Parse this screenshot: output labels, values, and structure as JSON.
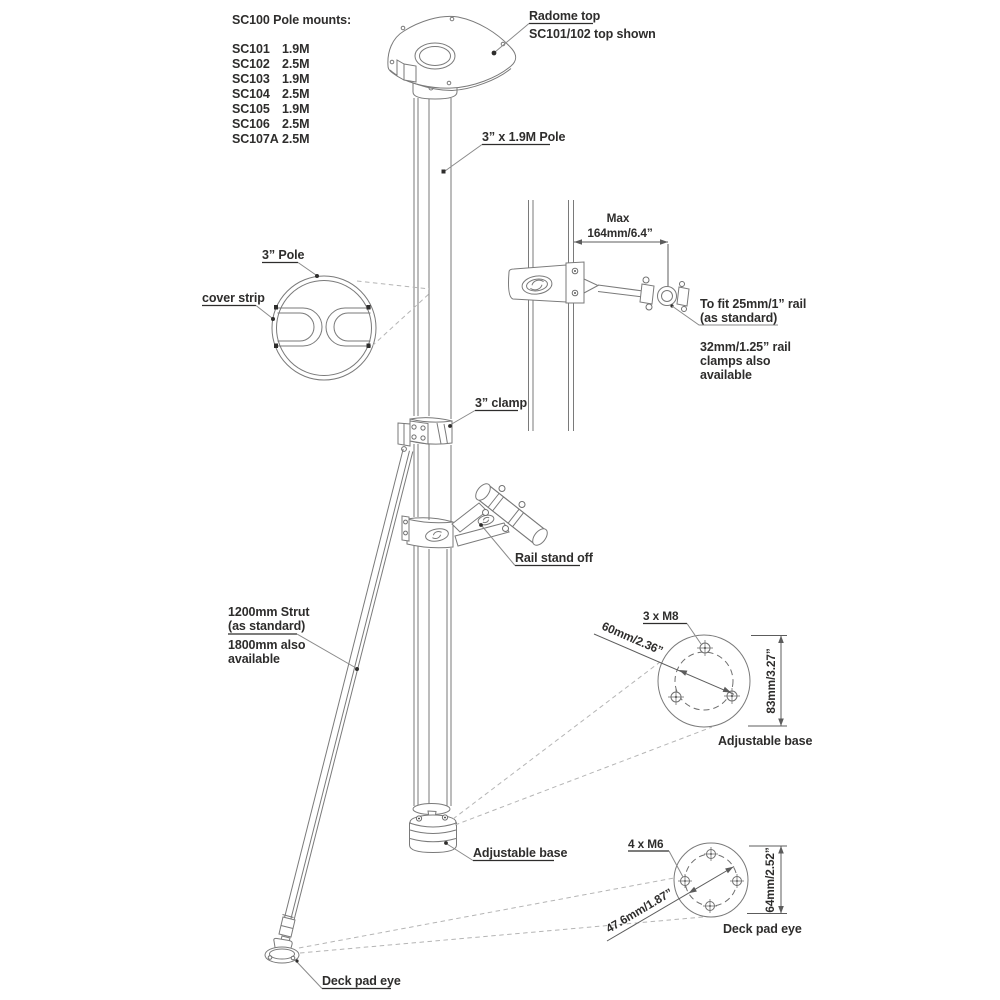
{
  "table": {
    "title": "SC100 Pole mounts:",
    "rows": [
      {
        "model": "SC101",
        "length": "1.9M"
      },
      {
        "model": "SC102",
        "length": "2.5M"
      },
      {
        "model": "SC103",
        "length": "1.9M"
      },
      {
        "model": "SC104",
        "length": "2.5M"
      },
      {
        "model": "SC105",
        "length": "1.9M"
      },
      {
        "model": "SC106",
        "length": "2.5M"
      },
      {
        "model": "SC107A",
        "length": "2.5M"
      }
    ]
  },
  "callouts": {
    "radome_top": "Radome top",
    "radome_sub": "SC101/102 top shown",
    "pole": "3” x 1.9M Pole",
    "pole_section": "3” Pole",
    "cover_strip": "cover strip",
    "clamp": "3” clamp",
    "rail_stand_off": "Rail stand off",
    "strut_l1": "1200mm Strut",
    "strut_l2": "(as standard)",
    "strut_l3": "1800mm also",
    "strut_l4": "available",
    "adjustable_base": "Adjustable base",
    "deck_pad_eye": "Deck pad eye"
  },
  "rail_clamp_detail": {
    "max_label": "Max",
    "max_value": "164mm/6.4”",
    "fit_l1": "To fit 25mm/1” rail",
    "fit_l2": "(as standard)",
    "alt_l1": "32mm/1.25” rail",
    "alt_l2": "clamps also",
    "alt_l3": "available"
  },
  "adjustable_base_detail": {
    "bolt_label": "3 x M8",
    "bolt_circle": "60mm/2.36”",
    "height": "83mm/3.27”",
    "caption": "Adjustable base"
  },
  "deck_pad_eye_detail": {
    "bolt_label": "4 x M6",
    "bolt_circle": "47.6mm/1.87”",
    "height": "64mm/2.52”",
    "caption": "Deck pad eye"
  },
  "colors": {
    "line": "#7a7a7a",
    "text": "#2e2d2c",
    "dashed_leader": "#b5b5b5"
  }
}
